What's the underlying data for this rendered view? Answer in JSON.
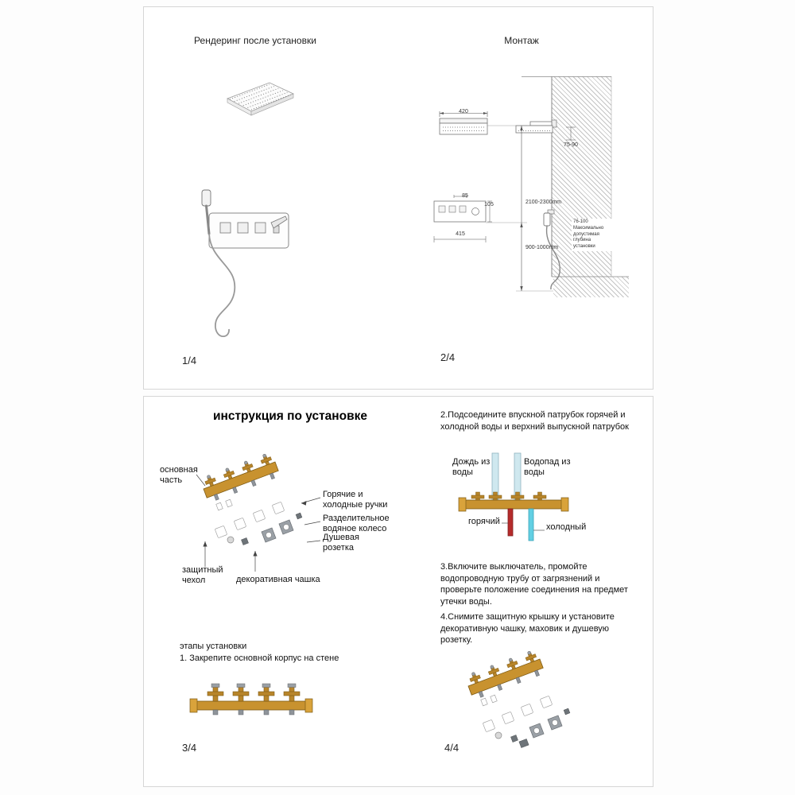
{
  "top": {
    "left_title": "Рендеринг после установки",
    "right_title": "Монтаж",
    "page_left": "1/4",
    "page_right": "2/4",
    "dims": {
      "width_head": "420",
      "arm_depth": "75-90",
      "height_total": "2100-2300mm",
      "height_mixer": "900-1000mm",
      "mixer_h1": "85",
      "mixer_h2": "105",
      "mixer_width": "415",
      "depth_note": "76-100\nМаксимально\nдопустимая\nглубина\nустановки"
    }
  },
  "bottom": {
    "title": "инструкция по установке",
    "page_left": "3/4",
    "page_right": "4/4",
    "callouts": {
      "main_part": "основная часть",
      "handles": "Горячие и холодные ручки",
      "divider_wheel": "Разделительное водяное колесо",
      "shower_outlet": "Душевая розетка",
      "protective_cover": "защитный чехол",
      "decorative_cup": "декоративная чашка"
    },
    "steps_title": "этапы установки",
    "step1": "1. Закрепите основной корпус на стене",
    "step2": "2.Подсоедините впускной патрубок горячей и холодной воды и верхний выпускной патрубок",
    "step3": "3.Включите выключатель, промойте водопроводную трубу от загрязнений и проверьте положение соединения на предмет утечки воды.",
    "step4": "4.Снимите защитную крышку и установите декоративную чашку, маховик и душевую розетку.",
    "pipe_labels": {
      "rain": "Дождь из воды",
      "waterfall": "Водопад из воды",
      "hot": "горячий",
      "cold": "холодный"
    }
  },
  "colors": {
    "brass": "#c8922f",
    "brass_dark": "#7d5a14",
    "hot_pipe": "#b52b2b",
    "cold_pipe": "#62cfe3",
    "inlet_pipe": "#cfe8ef"
  }
}
